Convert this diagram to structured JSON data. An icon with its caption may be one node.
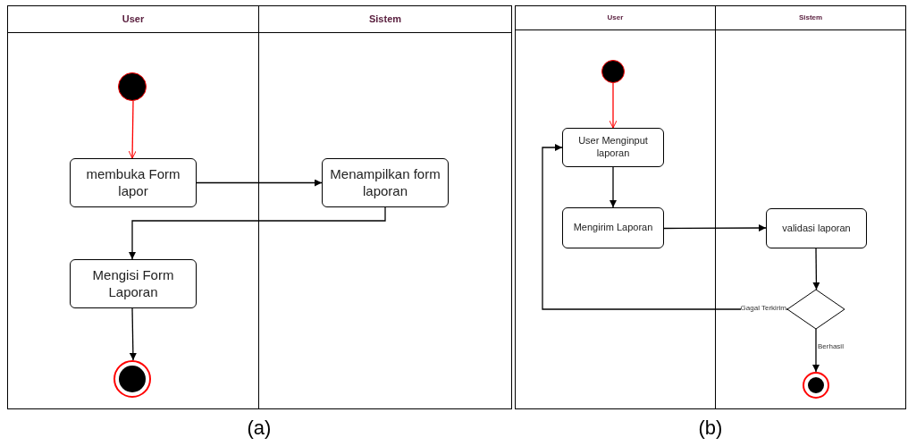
{
  "diagram": {
    "nodes": [
      {
        "text": [
          "User"
        ]
      },
      {
        "text": [
          "Sistem"
        ]
      },
      {
        "text": [],
        "shape": "circle",
        "in": 0
      },
      {
        "text": [
          "membuka Form lapor"
        ],
        "in": 0
      },
      {
        "text": [
          "Menampilkan form laporan"
        ],
        "in": 1
      },
      {
        "text": [
          "Mengisi Form Laporan"
        ],
        "in": 0
      },
      {
        "text": [],
        "shape": "bullseye",
        "in": 0
      },
      {
        "text": [
          "User"
        ]
      },
      {
        "text": [
          "Sistem"
        ]
      },
      {
        "text": [],
        "shape": "circle",
        "in": 7
      },
      {
        "text": [
          "User Menginput laporan"
        ],
        "in": 7
      },
      {
        "text": [
          "Mengirim Laporan"
        ],
        "in": 7
      },
      {
        "text": [
          "validasi laporan"
        ],
        "in": 8
      },
      {
        "text": [],
        "shape": "diamond",
        "in": 8
      },
      {
        "text": [],
        "shape": "bullseye",
        "in": 8
      }
    ],
    "edges": [
      {
        "from": 2,
        "to": 3,
        "arrow": "to",
        "color": "#ff0000"
      },
      {
        "from": 3,
        "to": 4,
        "arrow": "to"
      },
      {
        "from": 4,
        "to": 5,
        "arrow": "to"
      },
      {
        "from": 5,
        "to": 6,
        "arrow": "to"
      },
      {
        "from": 9,
        "to": 10,
        "arrow": "to",
        "color": "#ff0000"
      },
      {
        "from": 10,
        "to": 11,
        "arrow": "to"
      },
      {
        "from": 11,
        "to": 12,
        "arrow": "to"
      },
      {
        "from": 12,
        "to": 13,
        "arrow": "to"
      },
      {
        "from": 13,
        "to": 10,
        "arrow": "to",
        "label": "Gagal Terkirim"
      },
      {
        "from": 13,
        "to": 14,
        "arrow": "to",
        "label": "Berhasil"
      }
    ],
    "labels": [
      "(a)",
      "(b)"
    ]
  }
}
